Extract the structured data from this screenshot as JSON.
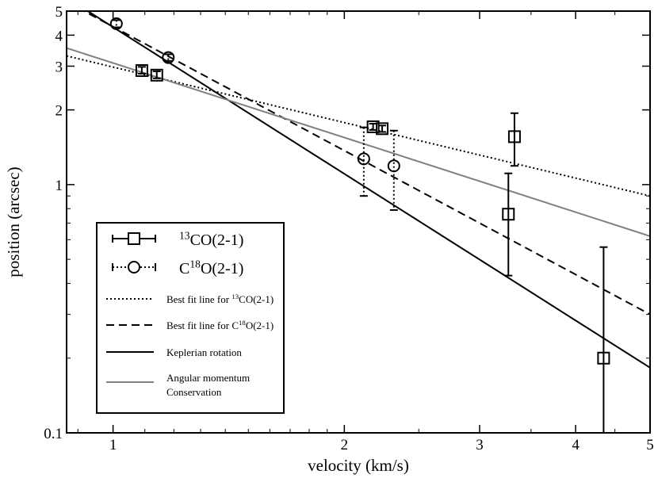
{
  "chart_data": {
    "type": "scatter",
    "title": "",
    "xlabel": "velocity (km/s)",
    "ylabel": "position (arcsec)",
    "x_scale": "log",
    "y_scale": "log",
    "xlim": [
      0.87,
      5
    ],
    "ylim": [
      0.1,
      5
    ],
    "grid": false,
    "legend_position": "bottom-left",
    "x_ticks": [
      {
        "value": 1,
        "label": "1"
      },
      {
        "value": 2,
        "label": "2"
      },
      {
        "value": 3,
        "label": "3"
      },
      {
        "value": 4,
        "label": "4"
      },
      {
        "value": 5,
        "label": "5"
      }
    ],
    "y_ticks": [
      {
        "value": 0.1,
        "label": "0.1"
      },
      {
        "value": 1,
        "label": "1"
      },
      {
        "value": 2,
        "label": "2"
      },
      {
        "value": 3,
        "label": "3"
      },
      {
        "value": 4,
        "label": "4"
      },
      {
        "value": 5,
        "label": "5"
      }
    ],
    "series": [
      {
        "legend": {
          "prefix": "",
          "sup": "13",
          "suffix": "CO(2-1)"
        },
        "marker": "square",
        "errorbar_style": "solid",
        "points": [
          {
            "x": 1.09,
            "y": 2.88,
            "yerr": [
              2.8,
              2.98
            ]
          },
          {
            "x": 1.14,
            "y": 2.76,
            "yerr": [
              2.68,
              2.86
            ]
          },
          {
            "x": 2.18,
            "y": 1.71,
            "yerr": [
              1.66,
              1.76
            ]
          },
          {
            "x": 2.24,
            "y": 1.68,
            "yerr": [
              1.63,
              1.73
            ]
          },
          {
            "x": 3.27,
            "y": 0.76,
            "yerr": [
              0.43,
              1.11
            ]
          },
          {
            "x": 3.33,
            "y": 1.56,
            "yerr": [
              1.19,
              1.94
            ]
          },
          {
            "x": 4.35,
            "y": 0.2,
            "yerr": [
              0.1,
              0.56
            ]
          }
        ]
      },
      {
        "legend": {
          "prefix": "C",
          "sup": "18",
          "suffix": "O(2-1)"
        },
        "marker": "circle",
        "errorbar_style": "dotted",
        "points": [
          {
            "x": 1.01,
            "y": 4.45,
            "yerr": [
              4.3,
              4.6
            ]
          },
          {
            "x": 1.18,
            "y": 3.25,
            "yerr": [
              3.15,
              3.35
            ]
          },
          {
            "x": 2.12,
            "y": 1.27,
            "yerr": [
              0.9,
              1.7
            ]
          },
          {
            "x": 2.32,
            "y": 1.19,
            "yerr": [
              0.79,
              1.65
            ]
          }
        ]
      }
    ],
    "lines": [
      {
        "legend": {
          "prefix": "Best fit line for ",
          "sup": "13",
          "suffix": "CO(2-1)"
        },
        "style": "dotted",
        "color": "#000000",
        "x": [
          0.87,
          5
        ],
        "y": [
          3.3,
          0.9
        ]
      },
      {
        "legend": {
          "prefix": "Best fit line for C",
          "sup": "18",
          "suffix": "O(2-1)"
        },
        "style": "dashed",
        "color": "#000000",
        "x": [
          0.87,
          5
        ],
        "y": [
          5.45,
          0.3
        ]
      },
      {
        "legend": {
          "prefix": "Keplerian rotation",
          "sup": "",
          "suffix": ""
        },
        "style": "solid",
        "color": "#000000",
        "x": [
          0.9,
          5
        ],
        "y": [
          5.3,
          0.183
        ]
      },
      {
        "legend": {
          "prefix": "Angular momentum",
          "sup": "",
          "suffix": "",
          "line2": "Conservation"
        },
        "style": "solid",
        "color": "#808080",
        "x": [
          0.87,
          5
        ],
        "y": [
          3.55,
          0.62
        ]
      }
    ]
  }
}
